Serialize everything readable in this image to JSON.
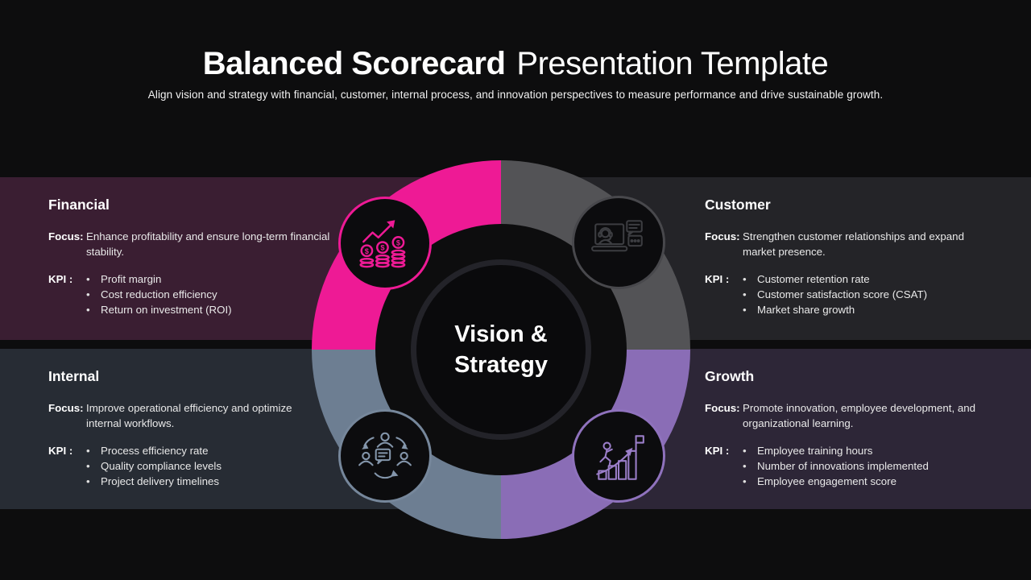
{
  "header": {
    "title_bold": "Balanced Scorecard",
    "title_rest": "Presentation Template",
    "subtitle": "Align vision and strategy with financial, customer, internal process, and innovation perspectives to measure performance and drive sustainable growth."
  },
  "center": {
    "line1": "Vision &",
    "line2": "Strategy"
  },
  "bullet": "•",
  "colors": {
    "background": "#0d0d0e",
    "pink": "#ee1a95",
    "gray": "#535356",
    "slate_blue": "#6d7e92",
    "purple": "#8a6db6",
    "panel_financial": "#3a1e32",
    "panel_customer": "#242428",
    "panel_internal": "#272c34",
    "panel_growth": "#2d2637"
  },
  "perspectives": [
    {
      "title": "Financial",
      "focus_label": "Focus:",
      "focus": "Enhance profitability and ensure long-term financial stability.",
      "kpi_label": "KPI :",
      "kpis": [
        "Profit margin",
        "Cost reduction efficiency",
        "Return on investment (ROI)"
      ],
      "accent": "#ee1a95",
      "icon": "coins-growth-icon"
    },
    {
      "title": "Customer",
      "focus_label": "Focus:",
      "focus": "Strengthen customer relationships and expand market presence.",
      "kpi_label": "KPI :",
      "kpis": [
        "Customer retention rate",
        "Customer satisfaction score (CSAT)",
        "Market share growth"
      ],
      "accent": "#535356",
      "icon": "customer-support-icon"
    },
    {
      "title": "Internal",
      "focus_label": "Focus:",
      "focus": "Improve operational efficiency and optimize internal workflows.",
      "kpi_label": "KPI :",
      "kpis": [
        "Process efficiency rate",
        "Quality compliance levels",
        "Project delivery timelines"
      ],
      "accent": "#6d7e92",
      "icon": "team-workflow-icon"
    },
    {
      "title": "Growth",
      "focus_label": "Focus:",
      "focus": "Promote innovation, employee development, and organizational learning.",
      "kpi_label": "KPI :",
      "kpis": [
        "Employee training hours",
        "Number of innovations implemented",
        "Employee engagement score"
      ],
      "accent": "#8a6db6",
      "icon": "growth-climb-icon"
    }
  ]
}
